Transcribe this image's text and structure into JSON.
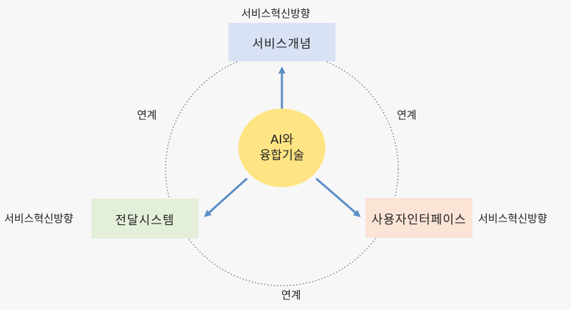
{
  "center": {
    "line1": "AI와",
    "line2": "융합기술"
  },
  "nodes": {
    "top": {
      "label": "서비스개념"
    },
    "left": {
      "label": "전달시스템"
    },
    "right": {
      "label": "사용자인터페이스"
    }
  },
  "direction_labels": {
    "top": "서비스혁신방향",
    "left": "서비스혁신방향",
    "right": "서비스혁신방향"
  },
  "link_labels": {
    "top_left": "연계",
    "top_right": "연계",
    "bottom": "연계"
  },
  "colors": {
    "background": "#f7f7f7",
    "center_fill": "#ffe483",
    "top_box": "#d9e1f4",
    "left_box": "#e3efd9",
    "right_box": "#fbe3d6",
    "arrow": "#5b8fc7",
    "ring": "#5d6f86"
  }
}
